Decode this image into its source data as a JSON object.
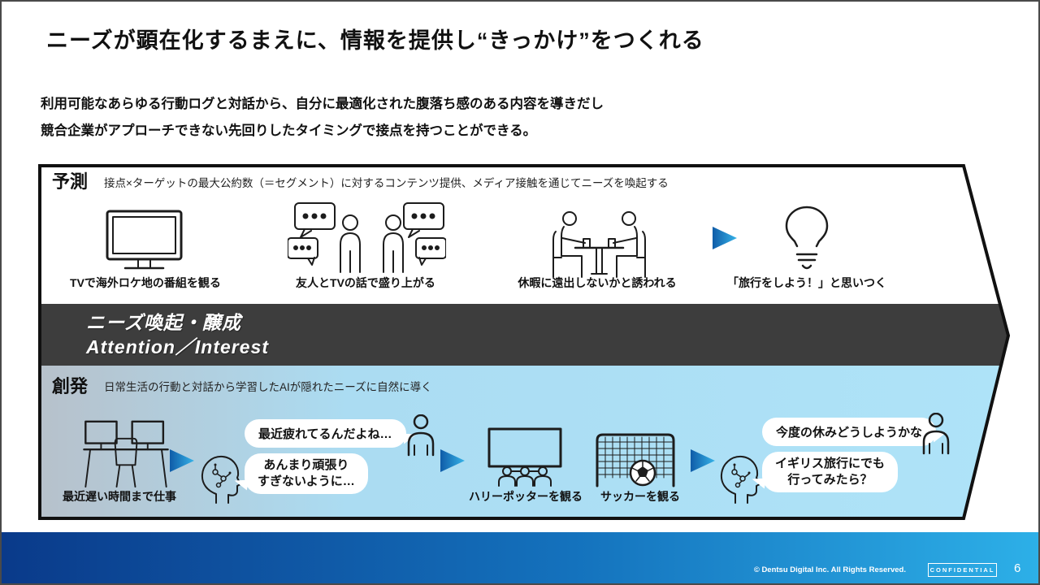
{
  "slide": {
    "title": "ニーズが顕在化するまえに、情報を提供し“きっかけ”をつくれる",
    "subtitle_line1": "利用可能なあらゆる行動ログと対話から、自分に最適化された腹落ち感のある内容を導きだし",
    "subtitle_line2": "競合企業がアプローチできない先回りしたタイミングで接点を持つことができる。"
  },
  "prediction": {
    "label": "予測",
    "description": "接点×ターゲットの最大公約数（＝セグメント）に対するコンテンツ提供、メディア接触を通じてニーズを喚起する",
    "steps": [
      {
        "icon": "tv-icon",
        "label": "TVで海外ロケ地の番組を観る"
      },
      {
        "icon": "people-chat-icon",
        "label": "友人とTVの話で盛り上がる"
      },
      {
        "icon": "table-talk-icon",
        "label": "休暇に遠出しないかと誘われる"
      },
      {
        "icon": "lightbulb-icon",
        "label": "「旅行をしよう！」と思いつく"
      }
    ]
  },
  "band": {
    "line1": "ニーズ喚起・醸成",
    "line2": "Attention／Interest"
  },
  "emergence": {
    "label": "創発",
    "description": "日常生活の行動と対話から学習したAIが隠れたニーズに自然に導く",
    "work_label": "最近遅い時間まで仕事",
    "bubble_tired": "最近疲れてるんだよね…",
    "bubble_advice_line1": "あんまり頑張り",
    "bubble_advice_line2": "すぎないように…",
    "watch_movie_label": "ハリーポッターを観る",
    "watch_soccer_label": "サッカーを観る",
    "bubble_holiday": "今度の休みどうしようかな",
    "bubble_trip_line1": "イギリス旅行にでも",
    "bubble_trip_line2": "行ってみたら？"
  },
  "footer": {
    "copyright": "© Dentsu Digital Inc. All Rights Reserved.",
    "confidential": "CONFIDENTIAL",
    "page": "6"
  },
  "colors": {
    "band_dark": "#3d3d3d",
    "emergence_left": "#b7c1cb",
    "emergence_blue": "#aee3f8",
    "arrow_dark": "#0f5ca8",
    "arrow_light": "#36b3e8",
    "footer_left": "#0a3a8a",
    "footer_right": "#2db0e8"
  }
}
